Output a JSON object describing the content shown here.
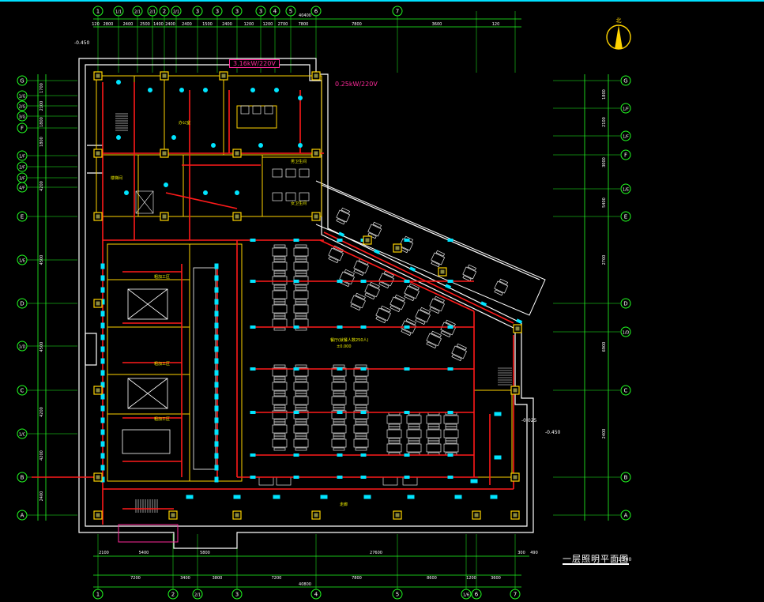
{
  "drawing": {
    "title": "一层照明平面图",
    "scale": "1:100",
    "colors": {
      "background": "#000000",
      "grid": "#22ff22",
      "wall": "#ffffff",
      "wiring": "#ff1a1a",
      "fixture": "#00e5ff",
      "furniture": "#e6e6e6",
      "panel": "#ffd400",
      "callout": "#ff2a9a",
      "label": "#f0f000"
    }
  },
  "grid_top": [
    "1",
    "1/1",
    "2/1",
    "2/1",
    "2",
    "2/1",
    "3",
    "3",
    "3",
    "3",
    "4",
    "5",
    "6",
    "7"
  ],
  "grid_bottom": [
    "1",
    "2",
    "2/1",
    "3",
    "4",
    "5",
    "1/6",
    "6",
    "7"
  ],
  "grid_left": [
    "G",
    "1/G",
    "2/G",
    "3/G",
    "F",
    "1/F",
    "2/F",
    "3/F",
    "4/F",
    "E",
    "1/E",
    "D",
    "1/D",
    "C",
    "1/C",
    "B",
    "A"
  ],
  "grid_right": [
    "G",
    "1/F",
    "1/F",
    "F",
    "1/E",
    "E",
    "D",
    "1/D",
    "C",
    "B",
    "A"
  ],
  "dims_top": [
    "120",
    "2800",
    "2400",
    "2500",
    "1400",
    "2400",
    "2400",
    "1500",
    "2400",
    "1200",
    "1200",
    "2700",
    "7800",
    "7800",
    "3600",
    "120"
  ],
  "dims_top_total": "40400",
  "dims_bottom": [
    "2100",
    "5400",
    "5800",
    "27600",
    "300",
    "490"
  ],
  "dims_bottom2": [
    "7200",
    "3400",
    "3800",
    "7200",
    "7800",
    "8600",
    "1200",
    "3600"
  ],
  "dims_bottom_total": "40800",
  "dims_left": [
    "1700",
    "2100",
    "1800",
    "1800",
    "4200",
    "4500",
    "4500",
    "4200",
    "4200",
    "2400"
  ],
  "dims_right": [
    "1800",
    "2100",
    "3000",
    "5400",
    "2700",
    "6900",
    "2400"
  ],
  "callouts": {
    "power_1": "3.16kW/220V",
    "power_2": "0.25kW/220V",
    "level_1": "-0.450",
    "level_2": "-0.025",
    "level_3": "-0.450"
  },
  "rooms": {
    "dining_hall": "餐厅(就餐人数250人)",
    "dining_level": "±0.000",
    "kitchen_1": "粗加工区",
    "kitchen_2": "粗加工区",
    "kitchen_3": "粗加工区",
    "corridor": "走廊",
    "stair": "楼梯间",
    "toilet_m": "男卫生间",
    "toilet_w": "女卫生间",
    "office": "办公室"
  }
}
